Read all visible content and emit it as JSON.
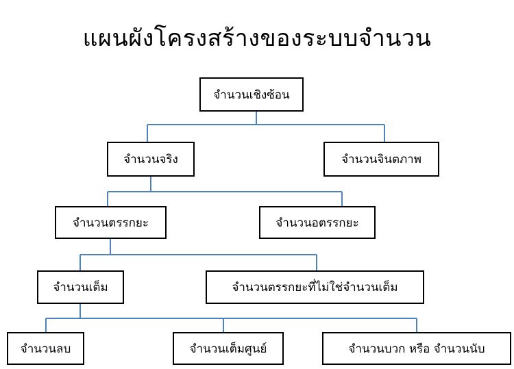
{
  "title": "แผนผังโครงสร้างของระบบจำนวน",
  "nodes": {
    "complex": "จำนวนเชิงซ้อน",
    "real": "จำนวนจริง",
    "imaginary": "จำนวนจินตภาพ",
    "rational": "จำนวนตรรกยะ",
    "irrational": "จำนวนอตรรกยะ",
    "integer": "จำนวนเต็ม",
    "non_integer_rational": "จำนวนตรรกยะที่ไม่ใช่จำนวนเต็ม",
    "negative": "จำนวนลบ",
    "zero": "จำนวนเต็มศูนย์",
    "positive": "จำนวนบวก หรือ จำนวนนับ"
  },
  "colors": {
    "connector": "#4f81bd",
    "border": "#000000"
  }
}
